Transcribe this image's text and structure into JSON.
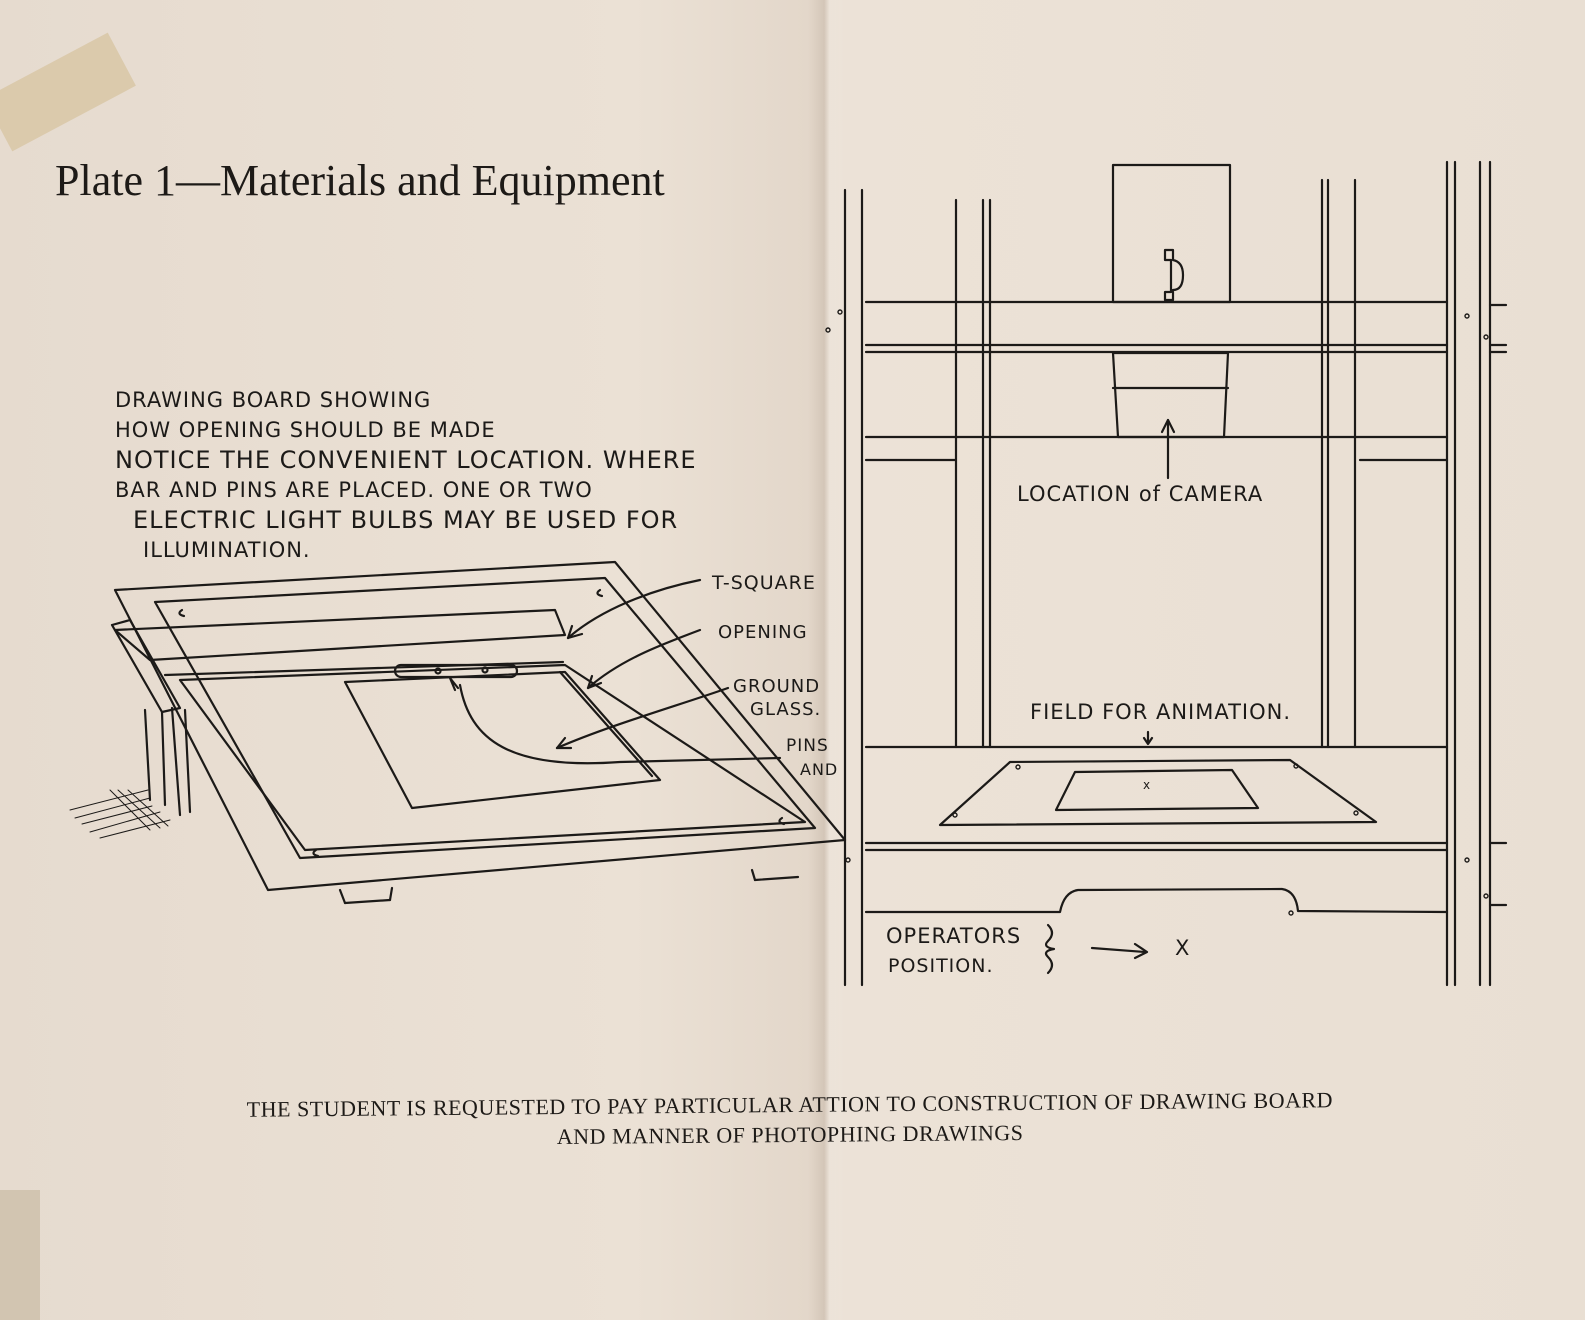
{
  "title": "Plate 1—Materials and Equipment",
  "left_note": {
    "lines": [
      "DRAWING BOARD SHOWING",
      "HOW OPENING SHOULD BE MADE",
      "NOTICE THE CONVENIENT LOCATION. WHERE",
      "BAR AND PINS ARE PLACED. ONE OR TWO",
      "ELECTRIC LIGHT BULBS MAY BE USED FOR",
      "ILLUMINATION."
    ]
  },
  "board_labels": {
    "tsquare": "T-SQUARE",
    "opening": "OPENING",
    "ground": "GROUND",
    "glass": "GLASS.",
    "pins": "PINS",
    "and": "AND"
  },
  "stand_labels": {
    "camera": "LOCATION of CAMERA",
    "field": "FIELD FOR ANIMATION.",
    "operators1": "OPERATORS",
    "operators2": "POSITION.",
    "x": "X",
    "small_x": "x"
  },
  "caption": {
    "line1": "THE STUDENT IS REQUESTED TO PAY PARTICULAR ATTION TO CONSTRUCTION OF DRAWING BOARD",
    "line2": "AND MANNER OF PHOTOPHING DRAWINGS"
  },
  "colors": {
    "paper": "#e9ded2",
    "ink": "#1c1a18"
  }
}
